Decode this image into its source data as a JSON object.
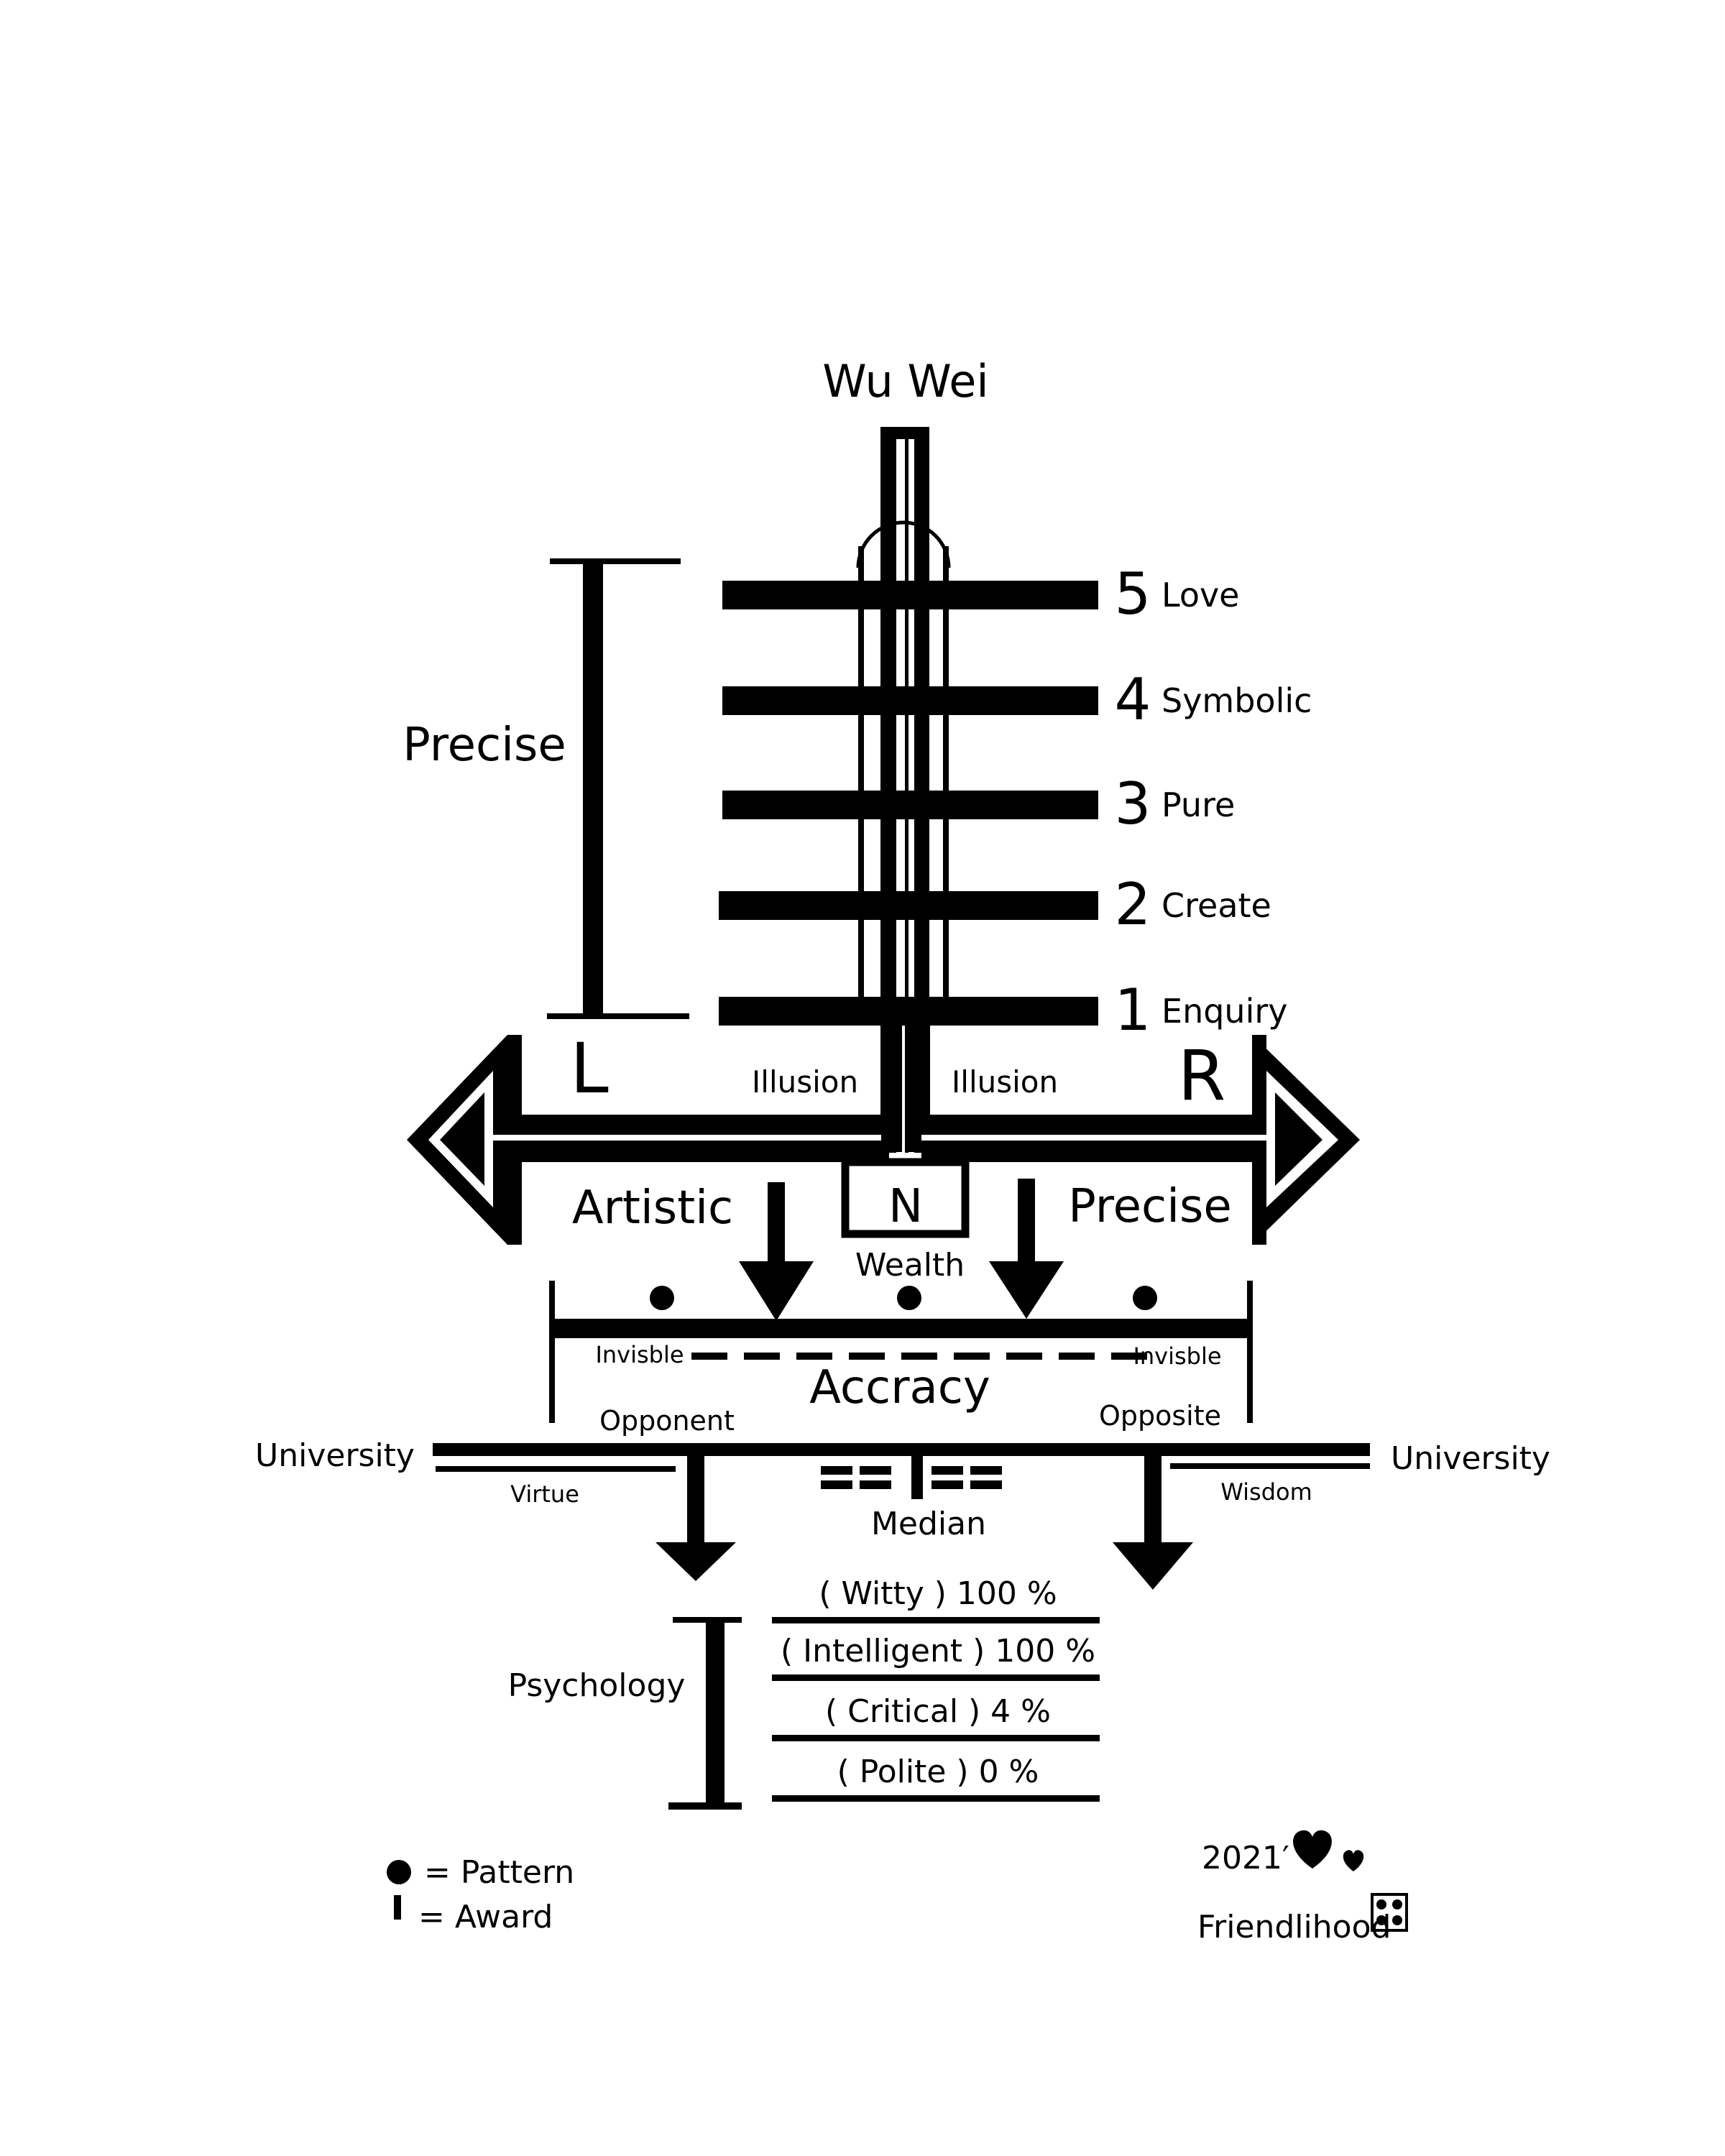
{
  "title": "Wu Wei",
  "ladder": {
    "bracket_label": "Precise",
    "rungs": [
      {
        "number": "5",
        "label": "Love"
      },
      {
        "number": "4",
        "label": "Symbolic"
      },
      {
        "number": "3",
        "label": "Pure"
      },
      {
        "number": "2",
        "label": "Create"
      },
      {
        "number": "1",
        "label": "Enquiry"
      }
    ]
  },
  "arrows": {
    "left_letter": "L",
    "right_letter": "R",
    "left_illusion": "Illusion",
    "right_illusion": "Illusion",
    "left_label": "Artistic",
    "right_label": "Precise",
    "center_box": "N",
    "center_caption": "Wealth"
  },
  "accuracy_section": {
    "invisible_left": "Invisble",
    "invisible_right": "Invisble",
    "title": "Accracy",
    "opponent": "Opponent",
    "opposite": "Opposite"
  },
  "university_section": {
    "left": "University",
    "right": "University",
    "virtue": "Virtue",
    "wisdom": "Wisdom",
    "median": "Median"
  },
  "psychology": {
    "label": "Psychology",
    "traits": [
      {
        "text": "( Witty ) 100 %",
        "name": "Witty",
        "percent": 100
      },
      {
        "text": "( Intelligent ) 100 %",
        "name": "Intelligent",
        "percent": 100
      },
      {
        "text": "( Critical ) 4 %",
        "name": "Critical",
        "percent": 4
      },
      {
        "text": "( Polite ) 0 %",
        "name": "Polite",
        "percent": 0
      }
    ]
  },
  "legend": {
    "pattern": "= Pattern",
    "award": "=  Award"
  },
  "signature": {
    "year": "2021′",
    "name": "Friendlihood"
  },
  "icons": {
    "pattern": "filled-circle",
    "award": "vertical-bar",
    "hearts": "heart",
    "dice": "four-dot-die"
  }
}
